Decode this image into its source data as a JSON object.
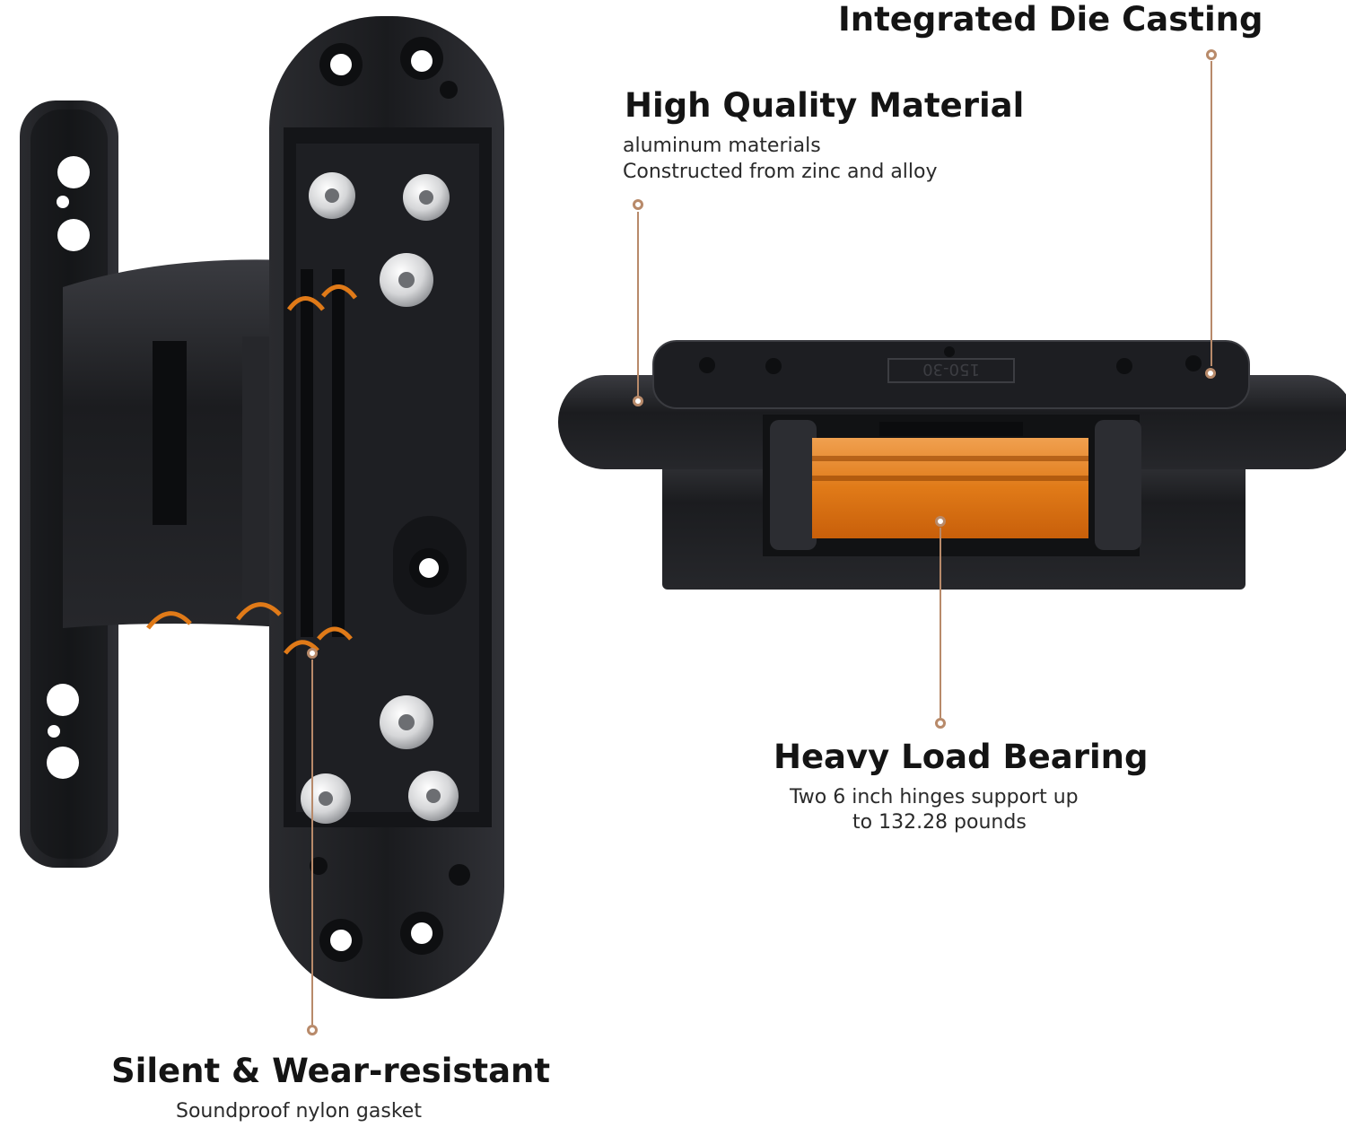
{
  "features": {
    "die_casting": {
      "title": "Integrated Die Casting"
    },
    "material": {
      "title": "High Quality Material",
      "lines": [
        "aluminum materials",
        "Constructed from zinc and alloy"
      ]
    },
    "load": {
      "title": "Heavy Load Bearing",
      "lines": [
        "Two 6 inch hinges support up",
        "to 132.28 pounds"
      ]
    },
    "silent": {
      "title": "Silent & Wear-resistant",
      "lines": [
        "Soundproof nylon gasket"
      ]
    }
  },
  "engraving": "150-30",
  "colors": {
    "metal": "#1c1d20",
    "highlight": "#e07a18",
    "callout": "#b88a6a",
    "screw": "#d9dadc"
  },
  "images": {
    "hinge_open": "black-concealed-hinge-open-view",
    "hinge_side": "black-concealed-hinge-side-view"
  }
}
